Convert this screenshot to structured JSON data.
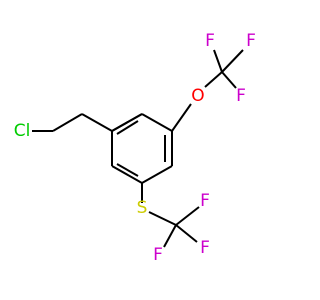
{
  "molecule": {
    "atoms": [
      {
        "id": "Cl",
        "symbol": "Cl"
      },
      {
        "id": "O",
        "symbol": "O"
      },
      {
        "id": "S",
        "symbol": "S"
      },
      {
        "id": "F1",
        "symbol": "F"
      },
      {
        "id": "F2",
        "symbol": "F"
      },
      {
        "id": "F3",
        "symbol": "F"
      },
      {
        "id": "F4",
        "symbol": "F"
      },
      {
        "id": "F5",
        "symbol": "F"
      },
      {
        "id": "F6",
        "symbol": "F"
      }
    ],
    "colors": {
      "bond": "#000000",
      "Cl": "#00cc00",
      "O": "#ff0000",
      "S": "#cccc00",
      "F": "#cc00cc"
    }
  }
}
